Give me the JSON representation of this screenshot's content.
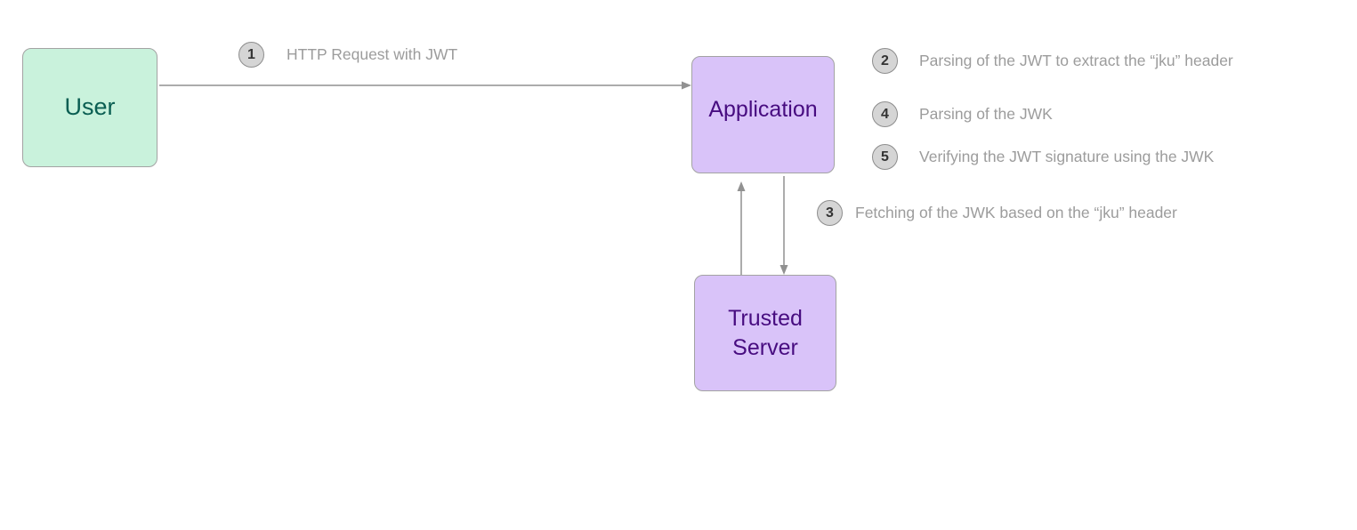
{
  "diagram": {
    "nodes": [
      {
        "id": "user",
        "label": "User"
      },
      {
        "id": "application",
        "label": "Application"
      },
      {
        "id": "trusted-server",
        "label": "Trusted Server"
      }
    ],
    "steps": [
      {
        "number": "1",
        "label": "HTTP Request with JWT"
      },
      {
        "number": "2",
        "label": "Parsing of the JWT to extract the “jku” header"
      },
      {
        "number": "3",
        "label": "Fetching of the JWK based on the “jku” header"
      },
      {
        "number": "4",
        "label": "Parsing of the JWK"
      },
      {
        "number": "5",
        "label": "Verifying the JWT signature using the JWK"
      }
    ],
    "edges": [
      {
        "id": "user-to-application",
        "from": "User",
        "to": "Application",
        "step": "1"
      },
      {
        "id": "application-to-trusted-server",
        "from": "Application",
        "to": "Trusted Server",
        "step": "3"
      },
      {
        "id": "trusted-server-to-application",
        "from": "Trusted Server",
        "to": "Application"
      }
    ],
    "colors": {
      "user_fill": "#c9f2dc",
      "user_text": "#0a5e52",
      "server_fill": "#d9c3f9",
      "server_text": "#470c80",
      "node_border": "#a3a3a3",
      "step_circle_fill": "#d5d5d5",
      "step_circle_border": "#8e8e8e",
      "step_number_text": "#333333",
      "step_label_text": "#9c9c9c",
      "arrow": "#919191",
      "canvas_bg": "#ffffff"
    }
  }
}
